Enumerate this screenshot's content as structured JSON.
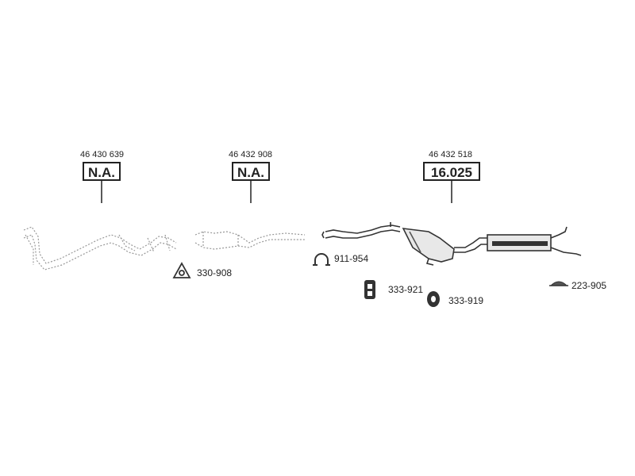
{
  "assemblies": [
    {
      "oe_number": "46 430 639",
      "label": "N.A."
    },
    {
      "oe_number": "46 432 908",
      "label": "N.A."
    },
    {
      "oe_number": "46 432 518",
      "label": "16.025"
    }
  ],
  "parts": [
    {
      "code": "330-908",
      "icon": "triangle-gasket-icon"
    },
    {
      "code": "911-954",
      "icon": "pipe-clamp-icon"
    },
    {
      "code": "333-921",
      "icon": "rubber-mount-icon"
    },
    {
      "code": "333-919",
      "icon": "rubber-ring-icon"
    },
    {
      "code": "223-905",
      "icon": "mounting-kit-icon"
    }
  ]
}
